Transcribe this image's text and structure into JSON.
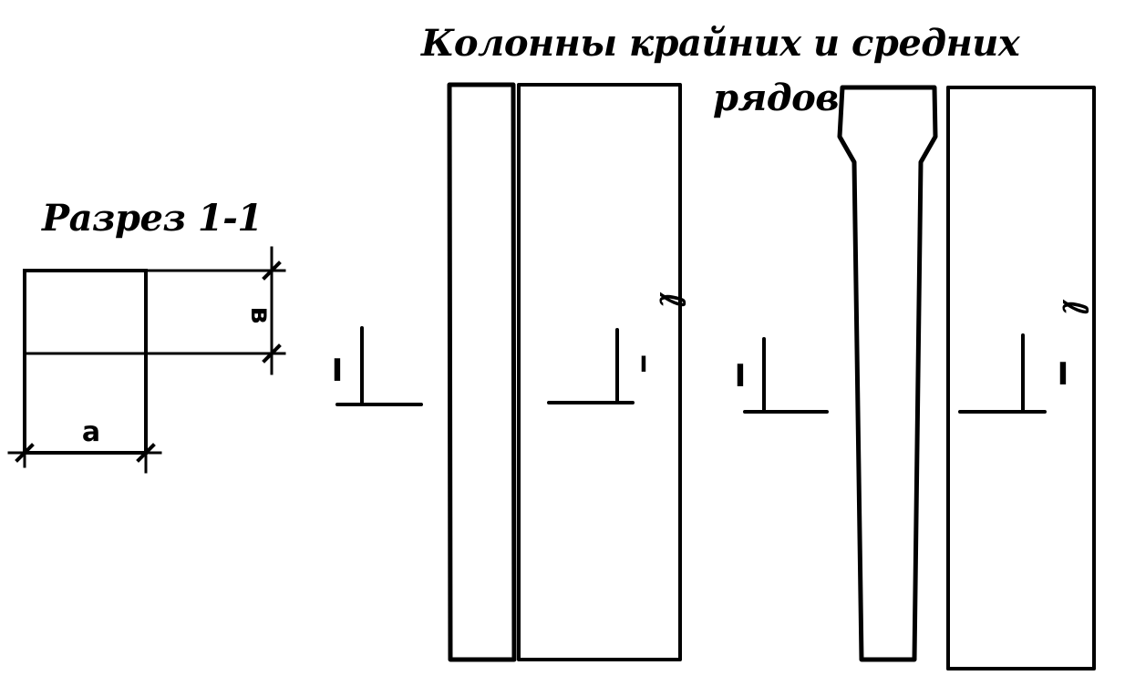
{
  "title": {
    "line1": "Колонны крайних и средних",
    "line2": "рядов"
  },
  "section": {
    "title": "Разрез 1-1",
    "dim_a": "a",
    "dim_b": "в"
  },
  "columns": {
    "section_mark": "I",
    "length_mark": "ℓ"
  }
}
